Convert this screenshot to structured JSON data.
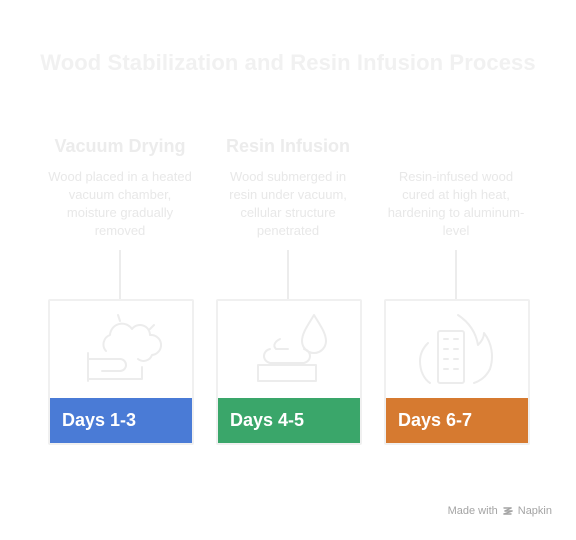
{
  "title": "Wood Stabilization and Resin Infusion Process",
  "stages": [
    {
      "heading": "Vacuum Drying",
      "description": "Wood placed in a heated vacuum chamber, moisture gradually removed",
      "days": "Days 1-3",
      "color": "#4a7bd6",
      "icon": "cloud-hand-icon"
    },
    {
      "heading": "Resin Infusion",
      "description": "Wood submerged in resin under vacuum, cellular structure penetrated",
      "days": "Days 4-5",
      "color": "#3aa66a",
      "icon": "droplet-pile-icon"
    },
    {
      "heading": "",
      "description": "Resin-infused wood cured at high heat, hardening to aluminum-level",
      "days": "Days 6-7",
      "color": "#d67a30",
      "icon": "fire-building-icon"
    }
  ],
  "footer": {
    "made_with": "Made with",
    "brand": "Napkin"
  }
}
